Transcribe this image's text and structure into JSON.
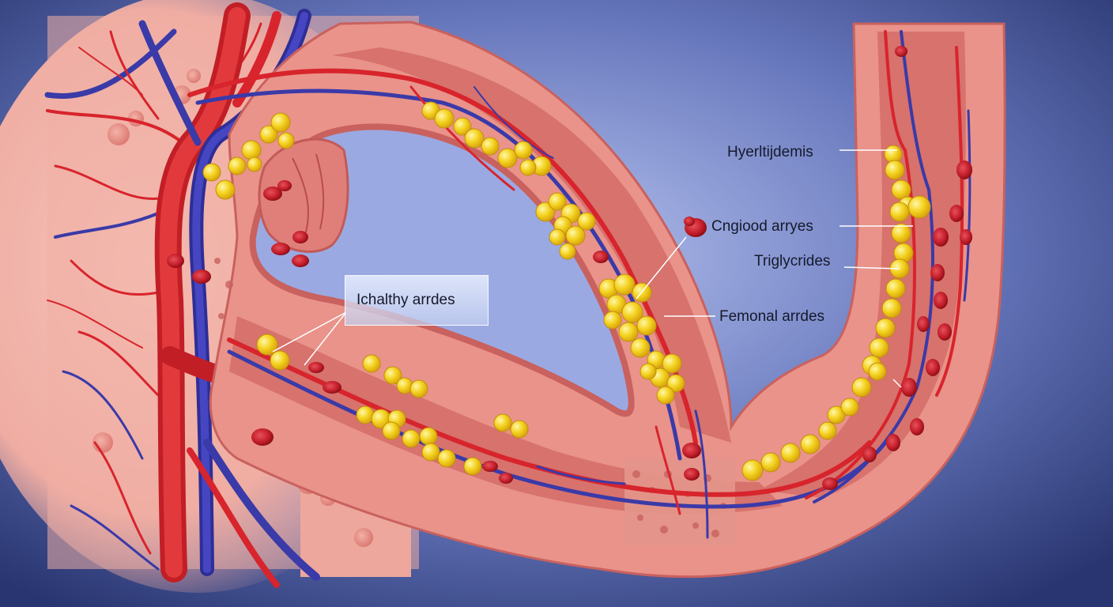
{
  "labels": {
    "hyperlipidemia": "Hyerltijdemis",
    "clogged_arteries": "Cngiood arryes",
    "triglycerides": "Triglycrides",
    "femoral_arteries": "Femonal arrdes",
    "healthy_arteries": "Ichalthy arrdes"
  },
  "colors": {
    "background_center": "#a9b6e6",
    "background_edge": "#2a3773",
    "vessel_wall": "#e9928a",
    "vessel_lumen": "#c95f5c",
    "artery_red": "#d8242c",
    "vein_blue": "#3a3aa8",
    "fat_yellow": "#f2d22a",
    "red_cell": "#c41e2a"
  }
}
